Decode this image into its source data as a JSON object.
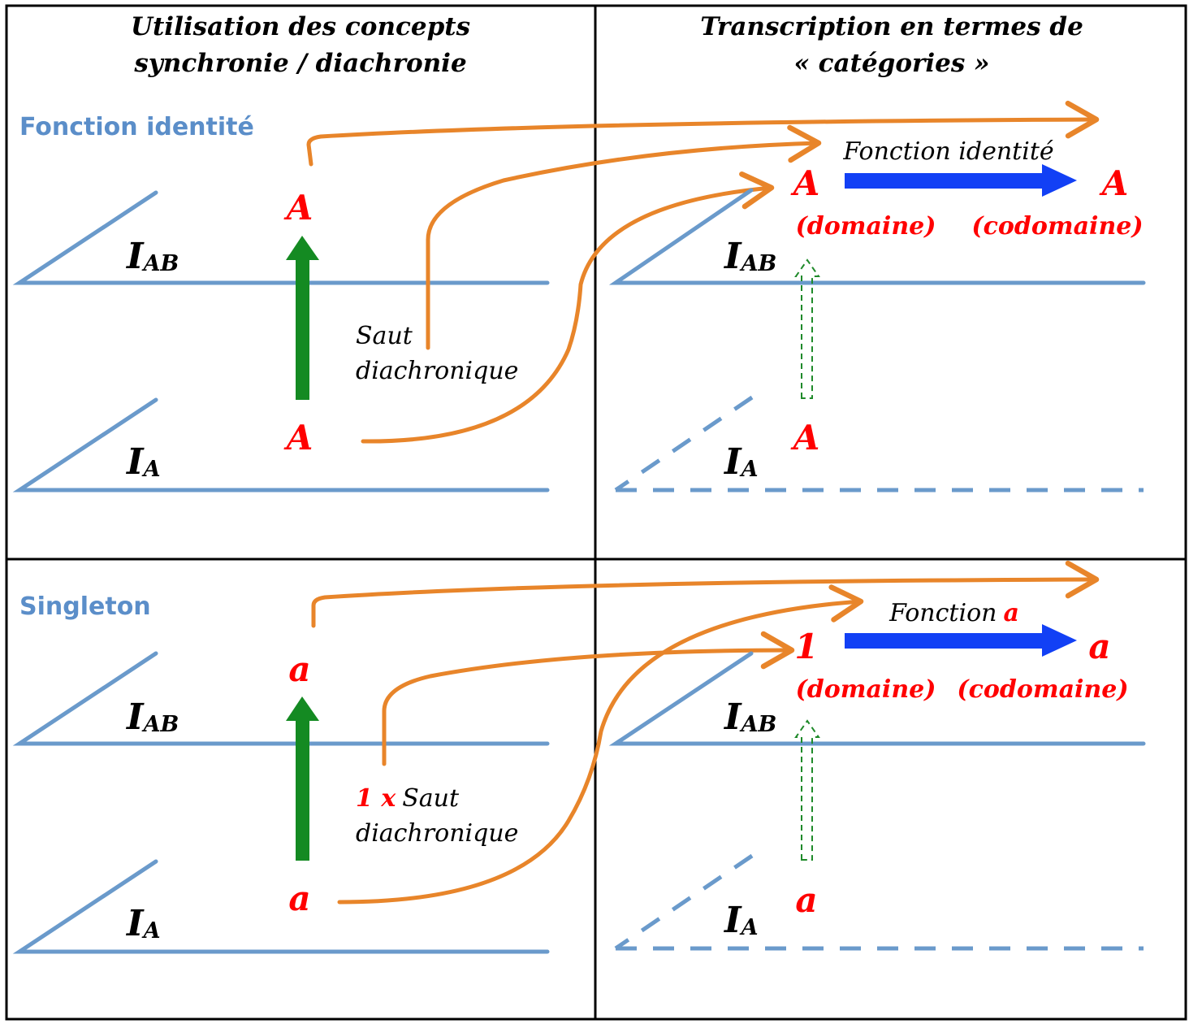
{
  "headers": {
    "left": [
      "Utilisation des concepts",
      "synchronie / diachronie"
    ],
    "right": [
      "Transcription en termes de",
      "« catégories »"
    ]
  },
  "sections": [
    {
      "title": "Fonction identité",
      "left": {
        "upper_set": {
          "base": "I",
          "sub": "AB"
        },
        "lower_set": {
          "base": "I",
          "sub": "A"
        },
        "upper_element": "A",
        "lower_element": "A",
        "jump_note": {
          "prefix": "",
          "line1": "Saut",
          "line2": "diachronique"
        }
      },
      "right": {
        "upper_set": {
          "base": "I",
          "sub": "AB"
        },
        "lower_set": {
          "base": "I",
          "sub": "A"
        },
        "domain_element": "A",
        "codomain_element": "A",
        "lower_element": "A",
        "domain_label": "(domaine)",
        "codomain_label": "(codomaine)",
        "function_label": "Fonction identité",
        "function_label_highlight": ""
      }
    },
    {
      "title": "Singleton",
      "left": {
        "upper_set": {
          "base": "I",
          "sub": "AB"
        },
        "lower_set": {
          "base": "I",
          "sub": "A"
        },
        "upper_element": "a",
        "lower_element": "a",
        "jump_note": {
          "prefix": "1 x",
          "line1": "Saut",
          "line2": "diachronique"
        }
      },
      "right": {
        "upper_set": {
          "base": "I",
          "sub": "AB"
        },
        "lower_set": {
          "base": "I",
          "sub": "A"
        },
        "domain_element": "1",
        "codomain_element": "a",
        "lower_element": "a",
        "domain_label": "(domaine)",
        "codomain_label": "(codomaine)",
        "function_label": "Fonction",
        "function_label_highlight": "a"
      }
    }
  ],
  "colors": {
    "set_axes": "#6a9acb",
    "elements": "#ff0000",
    "diachronic_links": "#e8852a",
    "synchronic_arrow": "#148a22",
    "function_arrow": "#1240f5",
    "section_title": "#5b8ec9"
  }
}
